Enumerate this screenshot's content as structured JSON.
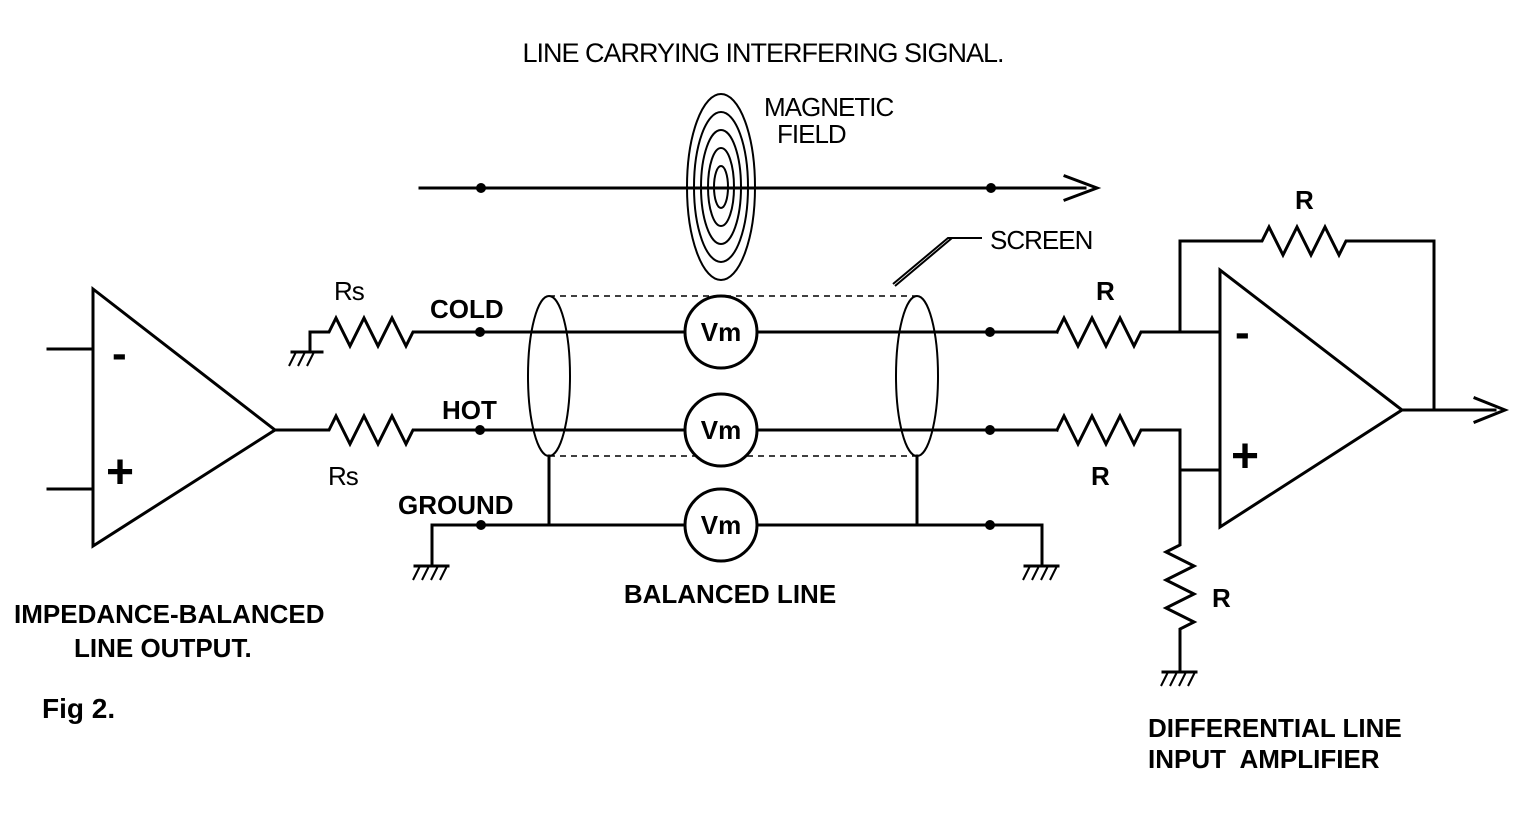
{
  "title": "LINE CARRYING INTERFERING SIGNAL.",
  "magnetic_field_label": [
    "MAGNETIC",
    "FIELD"
  ],
  "screen_label": "SCREEN",
  "resistor_labels": {
    "rs_top": "Rs",
    "rs_bottom": "Rs",
    "r_feedback": "R",
    "r_input_top": "R",
    "r_input_bottom": "R",
    "r_ground": "R"
  },
  "conductor_labels": {
    "cold": "COLD",
    "hot": "HOT",
    "ground": "GROUND"
  },
  "meter_label": "Vm",
  "balanced_line_label": "BALANCED LINE",
  "output_stage_label": [
    "IMPEDANCE-BALANCED",
    "LINE OUTPUT."
  ],
  "input_stage_label": [
    "DIFFERENTIAL LINE",
    "INPUT  AMPLIFIER"
  ],
  "opamp_signs": {
    "minus": "-",
    "plus": "+"
  },
  "figure_label": "Fig 2."
}
